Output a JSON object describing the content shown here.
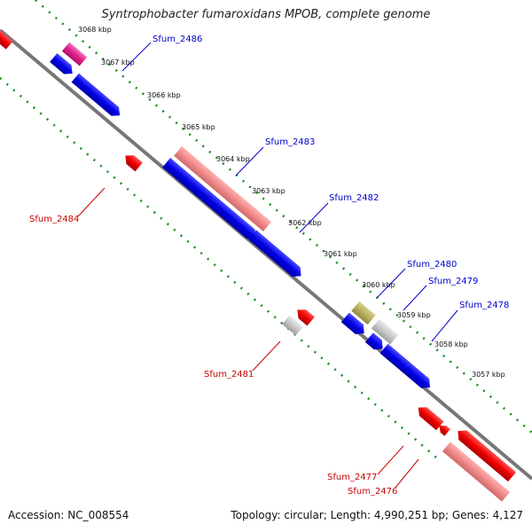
{
  "title": "Syntrophobacter fumaroxidans MPOB, complete genome",
  "footer": {
    "accession": "Accession: NC_008554",
    "summary": "Topology: circular; Length: 4,990,251 bp; Genes: 4,127"
  },
  "colors": {
    "backbone": "#777777",
    "tick_dots": "#1a8a1a",
    "forward_gene": "#0000ee",
    "reverse_gene": "#ee0000",
    "forward_label": "#0000cc",
    "reverse_label": "#cc0000",
    "pink_gene": "#f08a8a",
    "magenta_gene": "#e0208a",
    "grey_gene": "#c8c8c8",
    "olive_gene": "#b8b060"
  },
  "kbp_labels": [
    "3068 kbp",
    "3067 kbp",
    "3066 kbp",
    "3065 kbp",
    "3064 kbp",
    "3063 kbp",
    "3062 kbp",
    "3061 kbp",
    "3060 kbp",
    "3059 kbp",
    "3058 kbp",
    "3057 kbp"
  ],
  "gene_labels_forward": [
    "Sfum_2486",
    "Sfum_2483",
    "Sfum_2482",
    "Sfum_2480",
    "Sfum_2479",
    "Sfum_2478"
  ],
  "gene_labels_reverse": [
    "Sfum_2484",
    "Sfum_2481",
    "Sfum_2477",
    "Sfum_2476"
  ]
}
